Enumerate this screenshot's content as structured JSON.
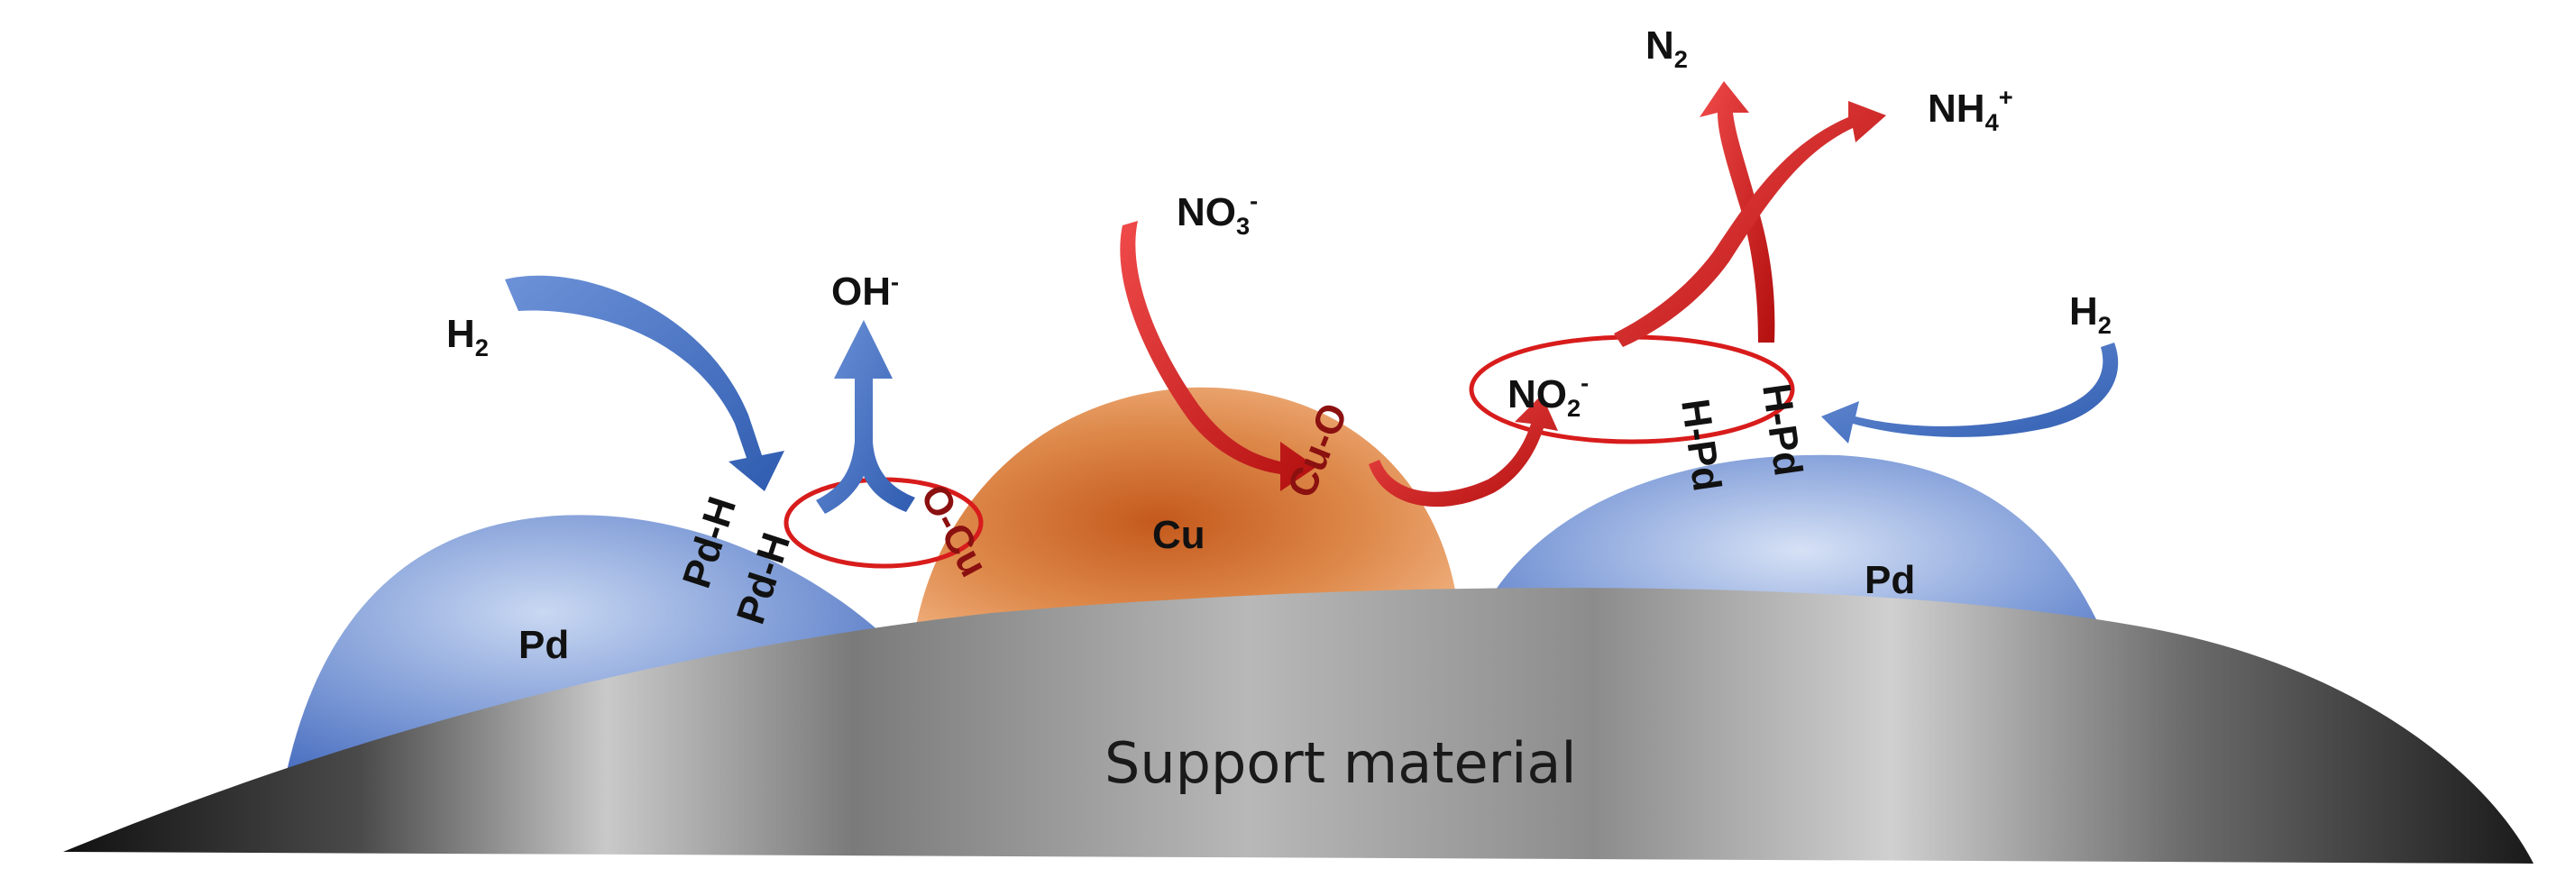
{
  "diagram": {
    "support": {
      "label": "Support material"
    },
    "particles": {
      "pd_left": "Pd",
      "cu": "Cu",
      "pd_right": "Pd"
    },
    "species": {
      "h2_left": {
        "main": "H",
        "sub": "2"
      },
      "h2_right": {
        "main": "H",
        "sub": "2"
      },
      "oh": {
        "main": "OH",
        "sup": "-"
      },
      "no3": {
        "main": "NO",
        "sub": "3",
        "sup": "-"
      },
      "no2": {
        "main": "NO",
        "sub": "2",
        "sup": "-"
      },
      "n2": {
        "main": "N",
        "sub": "2"
      },
      "nh4": {
        "main": "NH",
        "sub": "4",
        "sup": "+"
      }
    },
    "surface_sites": {
      "pd_h_upper": "Pd-H",
      "pd_h_lower": "Pd-H",
      "o_cu": "O-Cu",
      "cu_o": "Cu-O",
      "h_pd_left": "H-Pd",
      "h_pd_right": "H-Pd"
    },
    "colors": {
      "pd_blue": "#5b7fcc",
      "cu_orange": "#d9783a",
      "arrow_red": "#e01818",
      "arrow_blue": "#3f6fc4",
      "site_text_red": "#8b1010",
      "support_gray": "#8a8a8a"
    }
  }
}
